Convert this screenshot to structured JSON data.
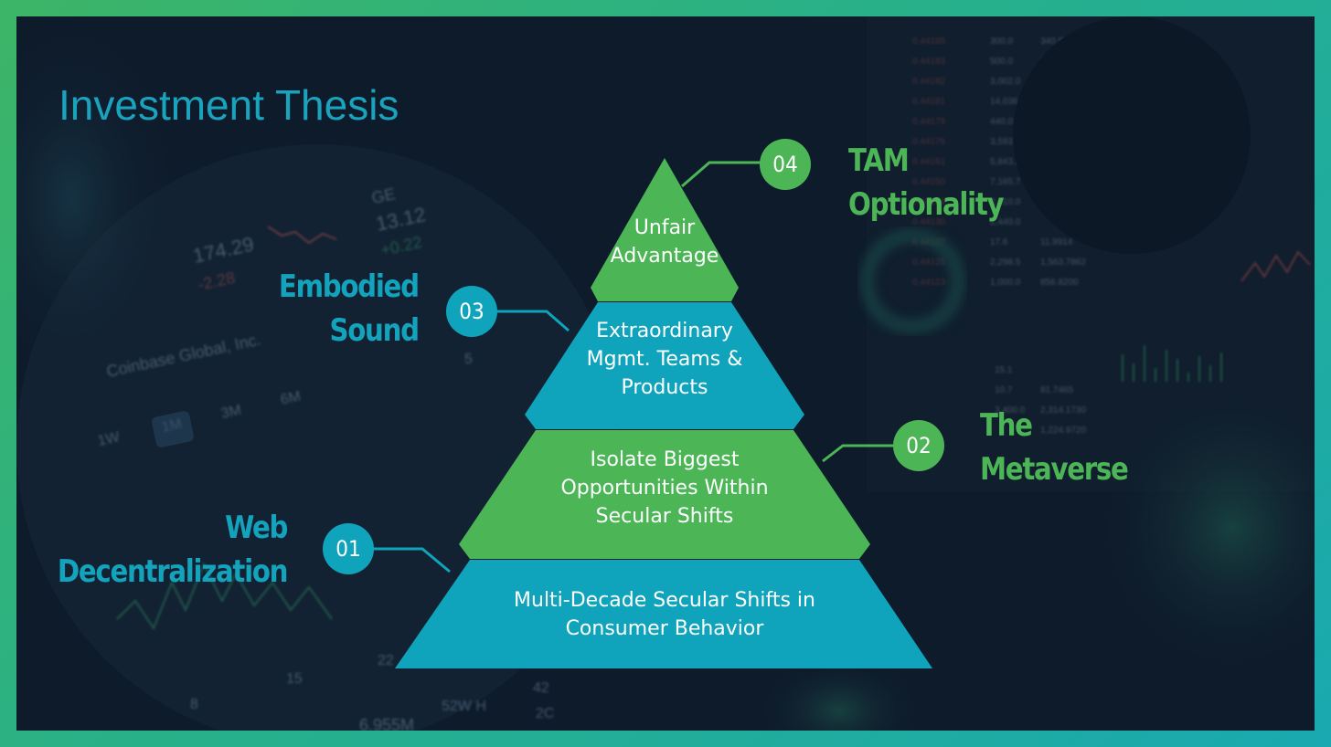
{
  "title": "Investment Thesis",
  "colors": {
    "green": "#4cb657",
    "teal": "#0fa4bb",
    "background": "#0e1b2b",
    "border_start": "#3db567",
    "border_end": "#1aa9b0"
  },
  "tiers": [
    {
      "number": "04",
      "text": "Unfair\nAdvantage",
      "label": "TAM\nOptionality",
      "color": "green"
    },
    {
      "number": "03",
      "text": "Extraordinary\nMgmt. Teams &\nProducts",
      "label": "Embodied\nSound",
      "color": "teal"
    },
    {
      "number": "02",
      "text": "Isolate Biggest\nOpportunities Within\nSecular Shifts",
      "label": "The\nMetaverse",
      "color": "green"
    },
    {
      "number": "01",
      "text": "Multi-Decade Secular Shifts in\nConsumer Behavior",
      "label": "Web\nDecentralization",
      "color": "teal"
    }
  ]
}
